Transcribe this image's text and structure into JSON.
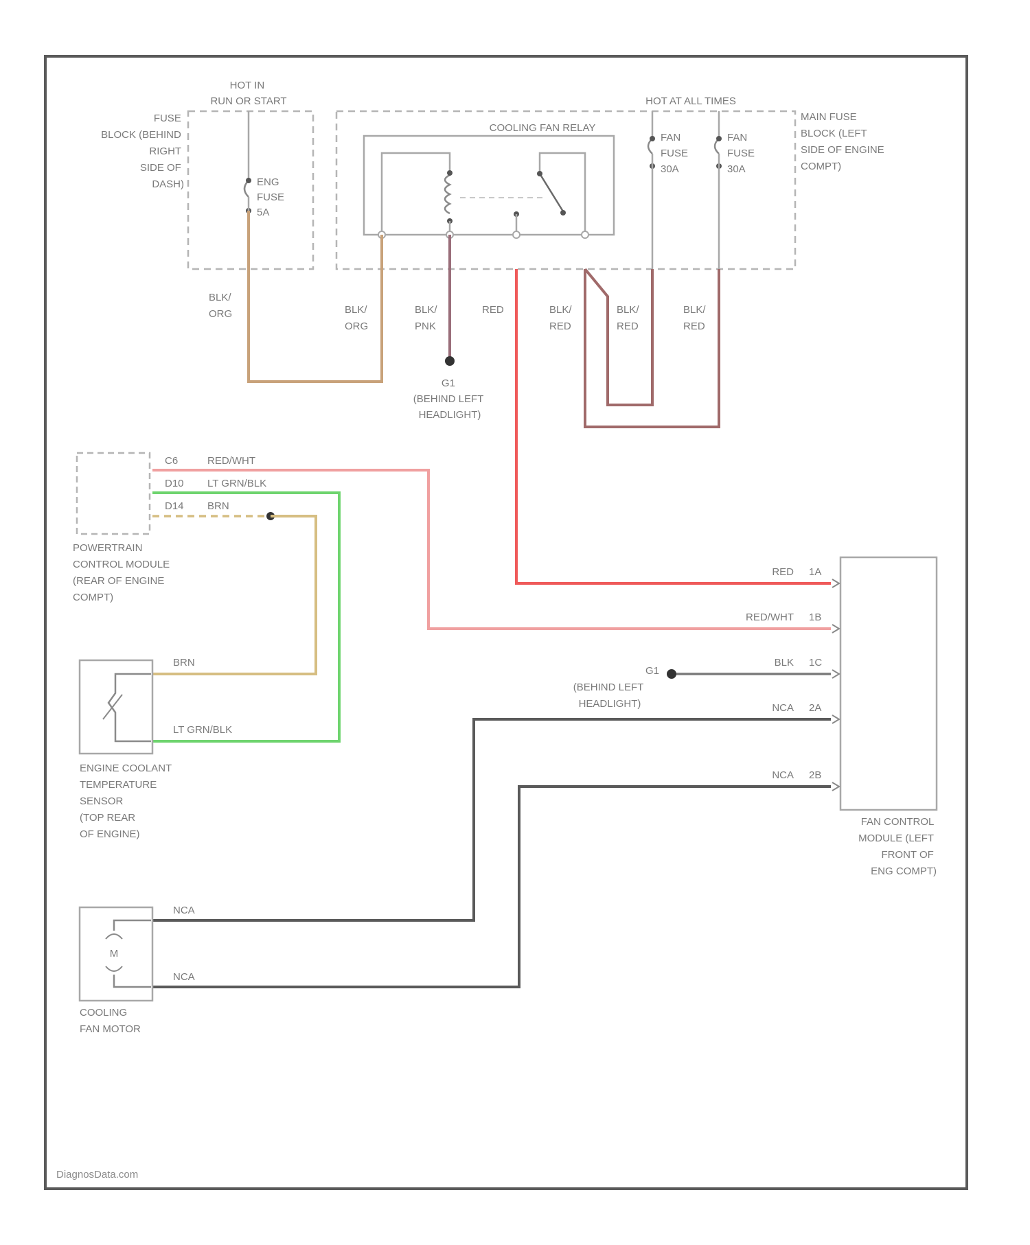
{
  "colors": {
    "frame": "#5a5a5a",
    "box": "#a8a8a8",
    "dash_box": "#b5b5b5",
    "blk_org": "#c8a27a",
    "blk_pnk": "#9a6e7a",
    "red": "#ef5a5a",
    "blk_red": "#a06a6a",
    "red_wht": "#f0a0a0",
    "lt_grn_blk": "#6ed46e",
    "brn": "#d6be82",
    "blk": "#7a7a7a",
    "nca": "#5a5a5a"
  },
  "top": {
    "hot_in_run": [
      "HOT IN",
      "RUN OR START"
    ],
    "hot_at_all_times": "HOT AT ALL TIMES",
    "fuse_block_left": [
      "FUSE",
      "BLOCK (BEHIND",
      "RIGHT",
      "SIDE OF",
      "DASH)"
    ],
    "eng_fuse": [
      "ENG",
      "FUSE",
      "5A"
    ],
    "cooling_fan_relay": "COOLING FAN RELAY",
    "fan_fuse_1": [
      "FAN",
      "FUSE",
      "30A"
    ],
    "fan_fuse_2": [
      "FAN",
      "FUSE",
      "30A"
    ],
    "main_fuse_block": [
      "MAIN FUSE",
      "BLOCK (LEFT",
      "SIDE OF ENGINE",
      "COMPT)"
    ]
  },
  "wires_top": {
    "blk_org_1": [
      "BLK/",
      "ORG"
    ],
    "blk_org_2": [
      "BLK/",
      "ORG"
    ],
    "blk_pnk": [
      "BLK/",
      "PNK"
    ],
    "red": "RED",
    "blk_red_1": [
      "BLK/",
      "RED"
    ],
    "blk_red_2": [
      "BLK/",
      "RED"
    ],
    "blk_red_3": [
      "BLK/",
      "RED"
    ],
    "ground_g1": [
      "G1",
      "(BEHIND LEFT",
      "HEADLIGHT)"
    ]
  },
  "pcm": {
    "pins": [
      "C6",
      "D10",
      "D14"
    ],
    "wires": [
      "RED/WHT",
      "LT GRN/BLK",
      "BRN"
    ],
    "label": [
      "POWERTRAIN",
      "CONTROL MODULE",
      "(REAR OF ENGINE",
      "COMPT)"
    ]
  },
  "ect": {
    "wire_brn": "BRN",
    "wire_grn": "LT GRN/BLK",
    "label": [
      "ENGINE COOLANT",
      "TEMPERATURE",
      "SENSOR",
      "(TOP REAR",
      "OF ENGINE)"
    ]
  },
  "fcm": {
    "rows": [
      {
        "wire": "RED",
        "pin": "1A"
      },
      {
        "wire": "RED/WHT",
        "pin": "1B"
      },
      {
        "wire": "BLK",
        "pin": "1C"
      },
      {
        "wire": "NCA",
        "pin": "2A"
      },
      {
        "wire": "NCA",
        "pin": "2B"
      }
    ],
    "ground": [
      "G1",
      "(BEHIND LEFT",
      "HEADLIGHT)"
    ],
    "label": [
      "FAN CONTROL",
      "MODULE (LEFT",
      "FRONT OF",
      "ENG COMPT)"
    ]
  },
  "motor": {
    "symbol": "M",
    "wires": [
      "NCA",
      "NCA"
    ],
    "label": [
      "COOLING",
      "FAN MOTOR"
    ]
  },
  "watermark": "DiagnosData.com"
}
